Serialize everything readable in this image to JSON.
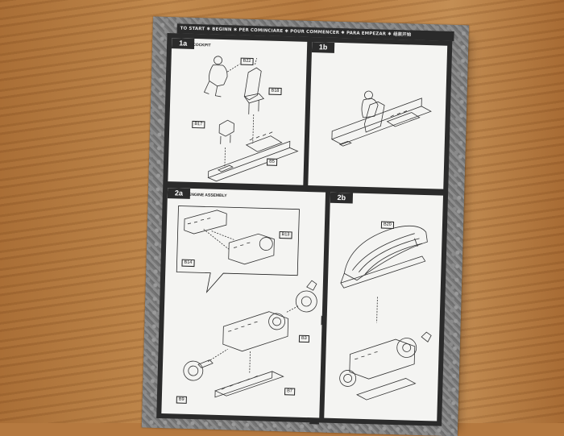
{
  "banner": {
    "text": "TO START ✱ BEGINN ✱ PER COMINCIARE ✱ POUR COMMENCER ✱ PARA EMPEZAR ✱ 组装开始"
  },
  "steps": {
    "s1a": {
      "tag": "1a",
      "sublabel": "COCKPIT",
      "parts": [
        "B22",
        "B18",
        "B17",
        "B5"
      ]
    },
    "s1b": {
      "tag": "1b"
    },
    "s2a": {
      "tag": "2a",
      "sublabel": "ENGINE ASSEMBLY",
      "parts": [
        "B13",
        "B14",
        "B3",
        "B7",
        "B9"
      ]
    },
    "s2b": {
      "tag": "2b",
      "parts": [
        "B20"
      ]
    }
  },
  "colors": {
    "frame": "#2b2b2b",
    "panel": "#f4f4f2",
    "border": "#7d7d7d",
    "wood": "#b5793f"
  }
}
